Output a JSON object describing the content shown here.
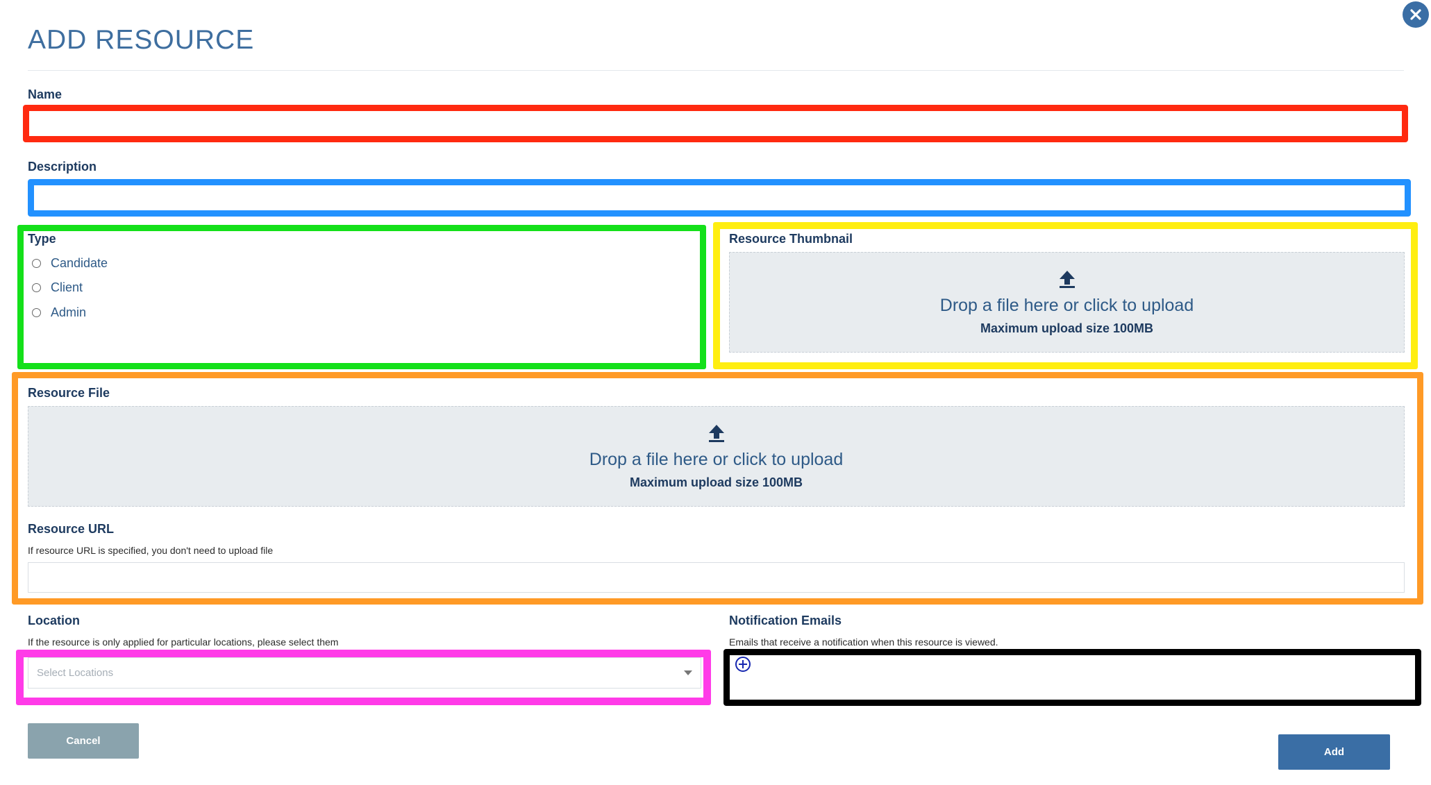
{
  "header": {
    "title": "ADD RESOURCE"
  },
  "fields": {
    "name": {
      "label": "Name",
      "value": ""
    },
    "description": {
      "label": "Description",
      "value": ""
    },
    "type": {
      "label": "Type",
      "options": [
        "Candidate",
        "Client",
        "Admin"
      ],
      "selected": null
    },
    "thumbnail": {
      "label": "Resource Thumbnail",
      "drop_text": "Drop a file here or click to upload",
      "max_text": "Maximum upload size 100MB"
    },
    "file": {
      "label": "Resource File",
      "drop_text": "Drop a file here or click to upload",
      "max_text": "Maximum upload size 100MB"
    },
    "url": {
      "label": "Resource URL",
      "hint": "If resource URL is specified, you don't need to upload file",
      "value": ""
    },
    "location": {
      "label": "Location",
      "hint": "If the resource is only applied for particular locations, please select them",
      "placeholder": "Select Locations"
    },
    "emails": {
      "label": "Notification Emails",
      "hint": "Emails that receive a notification when this resource is viewed."
    }
  },
  "buttons": {
    "cancel": "Cancel",
    "add": "Add"
  },
  "colors": {
    "name_frame": "#ff2a10",
    "description_frame": "#2291ff",
    "type_frame": "#14e01a",
    "thumbnail_frame": "#ffee10",
    "file_frame": "#ff9a26",
    "location_frame": "#ff3be8",
    "emails_frame": "#000000",
    "cancel_bg": "#8aa3ad",
    "add_bg": "#3a6ea5",
    "title": "#3e6e9f"
  },
  "icons": {
    "close": "close-icon",
    "upload": "upload-arrow-icon",
    "add_email": "plus-circle-icon",
    "dropdown": "chevron-down-icon"
  }
}
